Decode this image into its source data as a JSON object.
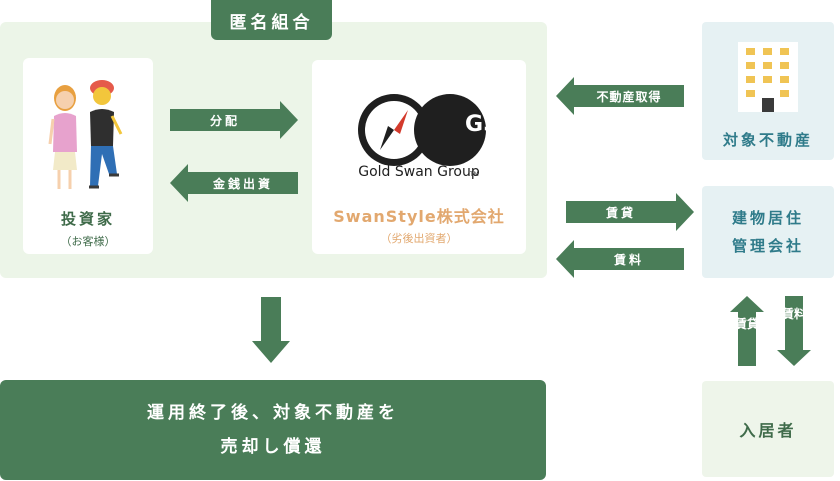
{
  "fund": {
    "title": "匿名組合"
  },
  "investor": {
    "title": "投資家",
    "subtitle": "（お客様）"
  },
  "company": {
    "logo_text": "GSG",
    "logo_tm": "TM",
    "logo_caption": "Gold Swan Group",
    "name": "SwanStyle株式会社",
    "subtitle": "（劣後出資者）"
  },
  "arrows": {
    "distribution": "分配",
    "investment": "金銭出資",
    "acquisition": "不動産取得",
    "lease_out": "賃貸",
    "rent_in": "賃料",
    "lease_down": "賃貸",
    "rent_up": "賃料"
  },
  "property": {
    "title": "対象不動産"
  },
  "manager": {
    "line1": "建物居住",
    "line2": "管理会社"
  },
  "resident": {
    "title": "入居者"
  },
  "outcome": {
    "line1": "運用終了後、対象不動産を",
    "line2": "売却し償還"
  },
  "colors": {
    "green": "#4a7d58",
    "light_green": "#ecf5e8",
    "light_blue": "#e6f1f3",
    "orange": "#e2a86f",
    "teal": "#2f7b8a"
  }
}
